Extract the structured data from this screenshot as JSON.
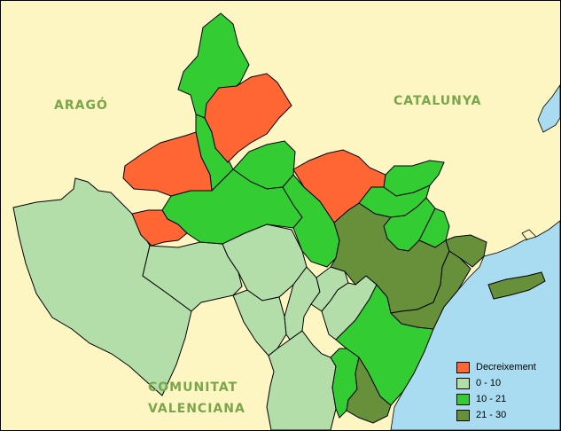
{
  "regions": {
    "aragon": "ARAGÓ",
    "catalunya": "CATALUNYA",
    "valencia_line1": "COMUNITAT",
    "valencia_line2": "VALENCIANA"
  },
  "legend": {
    "items": [
      {
        "label": "Decreixement",
        "color": "#ff6633"
      },
      {
        "label": "0 - 10",
        "color": "#b3deaa"
      },
      {
        "label": "10 - 21",
        "color": "#33cc33"
      },
      {
        "label": "21 - 30",
        "color": "#66903a"
      }
    ]
  },
  "colors": {
    "land": "#fdf6c3",
    "sea": "#a9dcf0",
    "border": "#000000"
  }
}
